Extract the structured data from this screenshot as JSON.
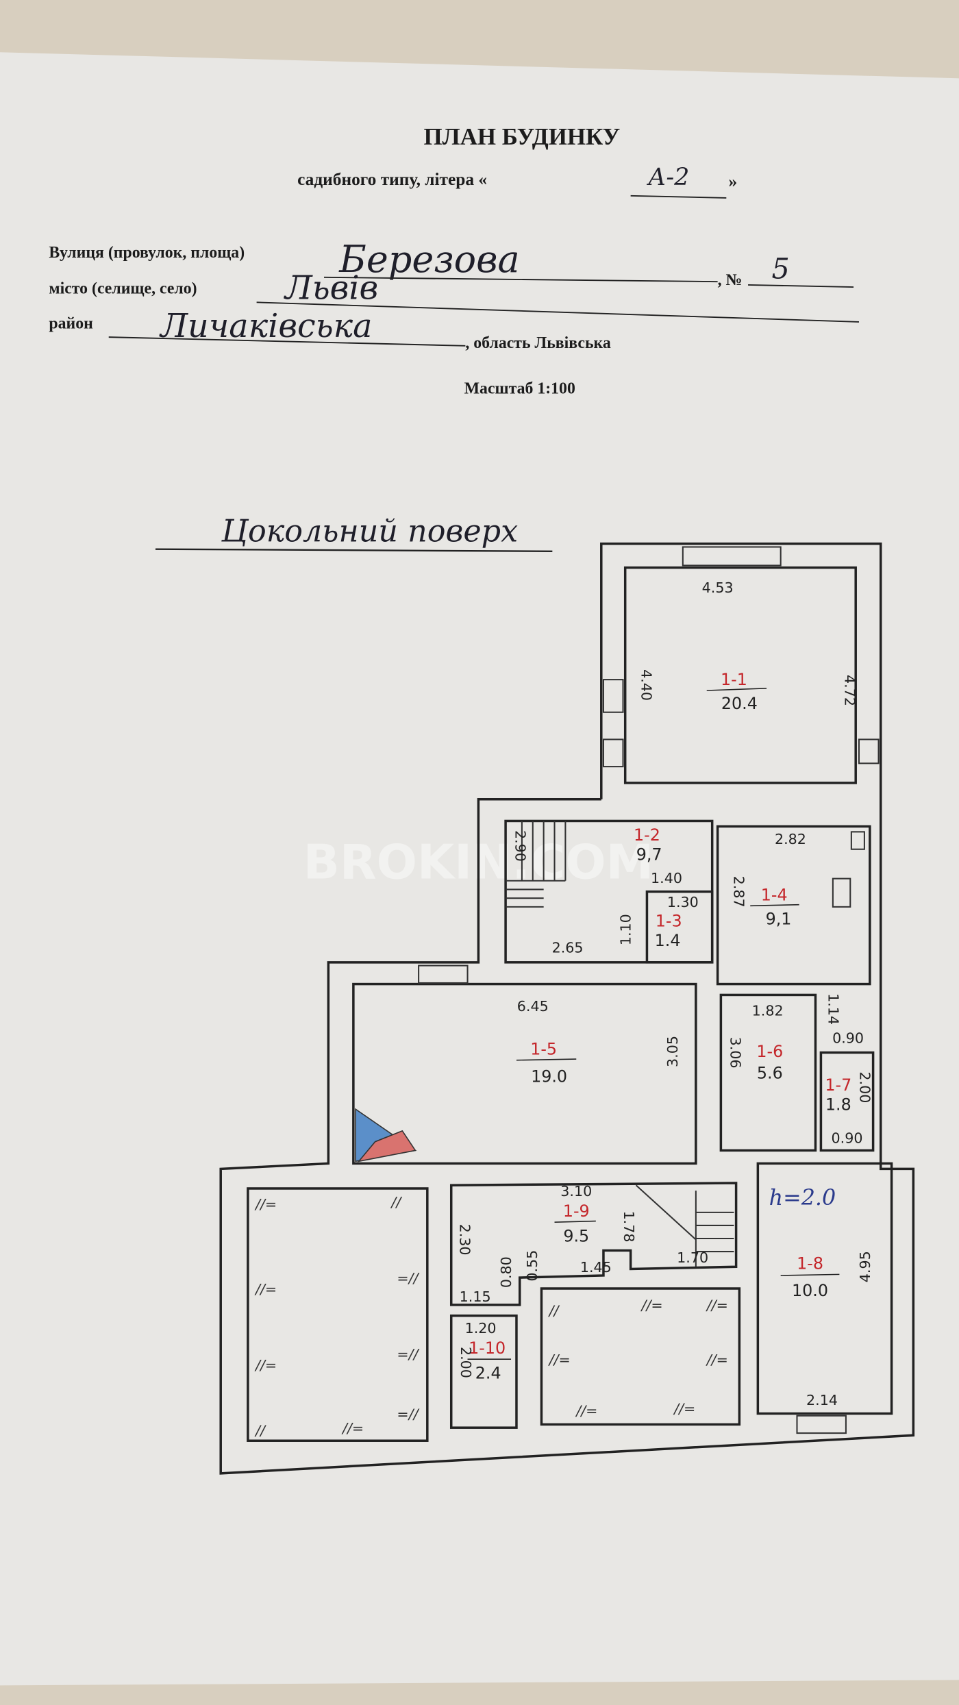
{
  "header": {
    "title": "ПЛАН БУДИНКУ",
    "subtitle_prefix": "садибного типу, літера «",
    "subtitle_suffix": "»",
    "letter": "А-2",
    "street_label": "Вулиця (провулок, площа)",
    "street_value": "Березова",
    "number_label": ", №",
    "number_value": "5",
    "city_label": "місто (селище, село)",
    "city_value": "Львів",
    "district_label": "район",
    "district_value": "Личаківська",
    "region_text": ", область Львівська",
    "scale": "Масштаб 1:100"
  },
  "floor_title": "Цокольний поверх",
  "watermark": "BROKIN.COM",
  "rooms": [
    {
      "id": "1-1",
      "area": "20.4"
    },
    {
      "id": "1-2",
      "area": "9,7"
    },
    {
      "id": "1-3",
      "area": "1.4"
    },
    {
      "id": "1-4",
      "area": "9,1"
    },
    {
      "id": "1-5",
      "area": "19.0"
    },
    {
      "id": "1-6",
      "area": "5.6"
    },
    {
      "id": "1-7",
      "area": "1.8"
    },
    {
      "id": "1-8",
      "area": "10.0"
    },
    {
      "id": "1-9",
      "area": "9.5"
    },
    {
      "id": "1-10",
      "area": "2.4"
    }
  ],
  "dimensions": [
    "4.53",
    "4.40",
    "4.72",
    "2.90",
    "2.82",
    "1.40",
    "1.30",
    "1.10",
    "2.87",
    "2.65",
    "6.45",
    "3.05",
    "1.82",
    "3.06",
    "1.14",
    "0.90",
    "2.00",
    "0.90",
    "3.10",
    "1.78",
    "1.70",
    "1.45",
    "0.55",
    "0.80",
    "2.30",
    "1.15",
    "1.20",
    "2.00",
    "2.14",
    "4.95"
  ],
  "height_note": "h=2.0"
}
